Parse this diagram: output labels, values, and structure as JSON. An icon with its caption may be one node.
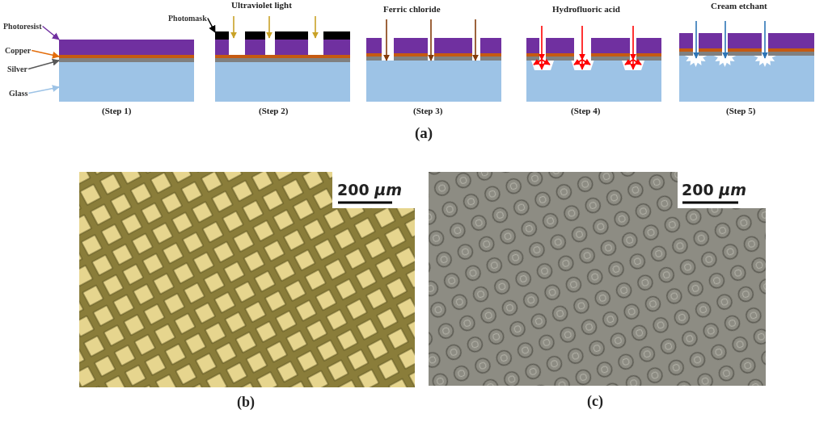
{
  "diagram": {
    "nodes": [
      {
        "text": [
          "Photoresist"
        ]
      },
      {
        "text": [
          "Copper"
        ]
      },
      {
        "text": [
          "Silver"
        ]
      },
      {
        "text": [
          "Glass"
        ]
      },
      {
        "text": [],
        "shape": "box"
      },
      {
        "text": [],
        "shape": "box"
      },
      {
        "text": [],
        "shape": "box"
      },
      {
        "text": [],
        "shape": "box"
      },
      {
        "text": [
          "Photomask"
        ]
      },
      {
        "text": [],
        "shape": "box"
      }
    ],
    "edges": [
      {
        "from": 0,
        "to": 4,
        "arrow": "to",
        "color": "#7030a0"
      },
      {
        "from": 1,
        "to": 5,
        "arrow": "to",
        "color": "#e36c0a"
      },
      {
        "from": 2,
        "to": 6,
        "arrow": "to",
        "color": "#595959"
      },
      {
        "from": 3,
        "to": 7,
        "arrow": "to",
        "color": "#9dc3e6"
      },
      {
        "from": 8,
        "to": 9,
        "arrow": "to",
        "color": "#000000"
      }
    ],
    "labels": [
      "Ultraviolet light",
      "Ferric chloride",
      "Hydrofluoric acid",
      "Cream etchant",
      "(Step 1)",
      "(Step 2)",
      "(Step 3)",
      "(Step 4)",
      "(Step 5)",
      "(a)",
      "200 *μm*",
      "200 *μm*",
      "(b)",
      "(c)"
    ]
  }
}
